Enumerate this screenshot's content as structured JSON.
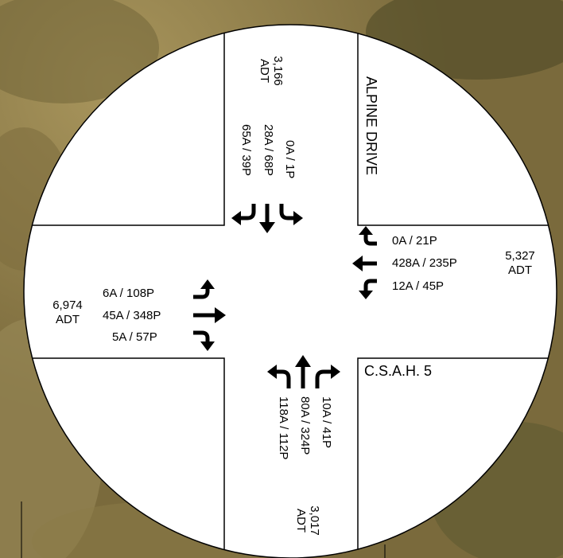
{
  "roads": {
    "north_south": "ALPINE DRIVE",
    "east_west": "C.S.A.H. 5"
  },
  "approaches": {
    "north": {
      "adt_value": "3,166",
      "adt_unit": "ADT",
      "movements": [
        "0A / 1P",
        "28A / 68P",
        "65A / 39P"
      ]
    },
    "east": {
      "adt_value": "5,327",
      "adt_unit": "ADT",
      "movements": [
        "0A / 21P",
        "428A / 235P",
        "12A  / 45P"
      ]
    },
    "west": {
      "adt_value": "6,974",
      "adt_unit": "ADT",
      "movements": [
        "6A / 108P",
        "45A / 348P",
        "5A / 57P"
      ]
    },
    "south": {
      "adt_value": "3,017",
      "adt_unit": "ADT",
      "movements": [
        "10A / 41P",
        "80A / 324P",
        "118A / 112P"
      ]
    }
  },
  "colors": {
    "background": "#8a7a4c",
    "roadway": "#ffffff",
    "lines": "#000000"
  }
}
